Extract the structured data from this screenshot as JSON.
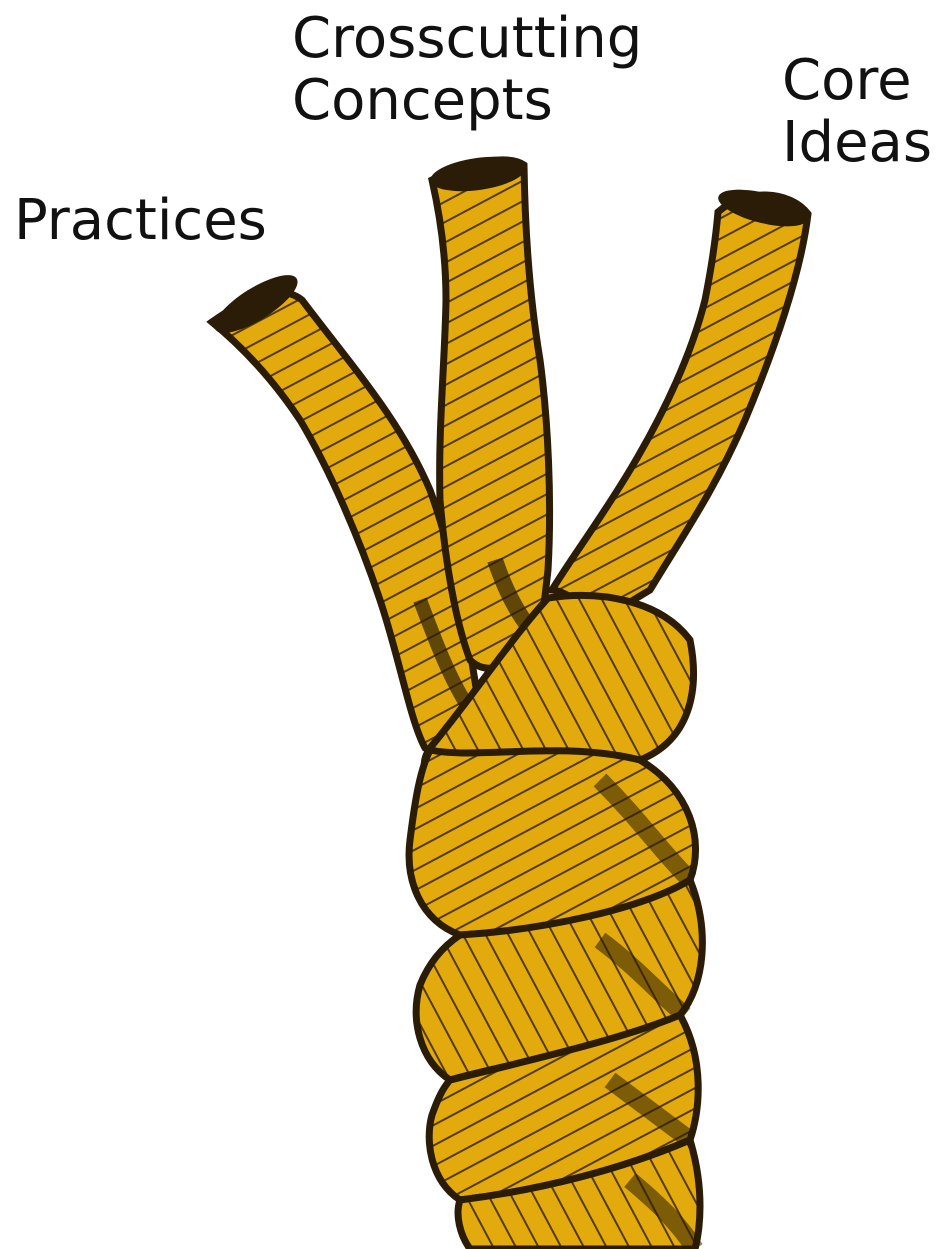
{
  "labels": {
    "practices": "Practices",
    "crosscutting_line1": "Crosscutting",
    "crosscutting_line2": "Concepts",
    "core_line1": "Core",
    "core_line2": "Ideas"
  },
  "colors": {
    "rope_fill": "#E2AA0C",
    "rope_outline": "#2A1C06",
    "background": "#FFFFFF"
  },
  "strand_count": 3,
  "twist_count": 4
}
